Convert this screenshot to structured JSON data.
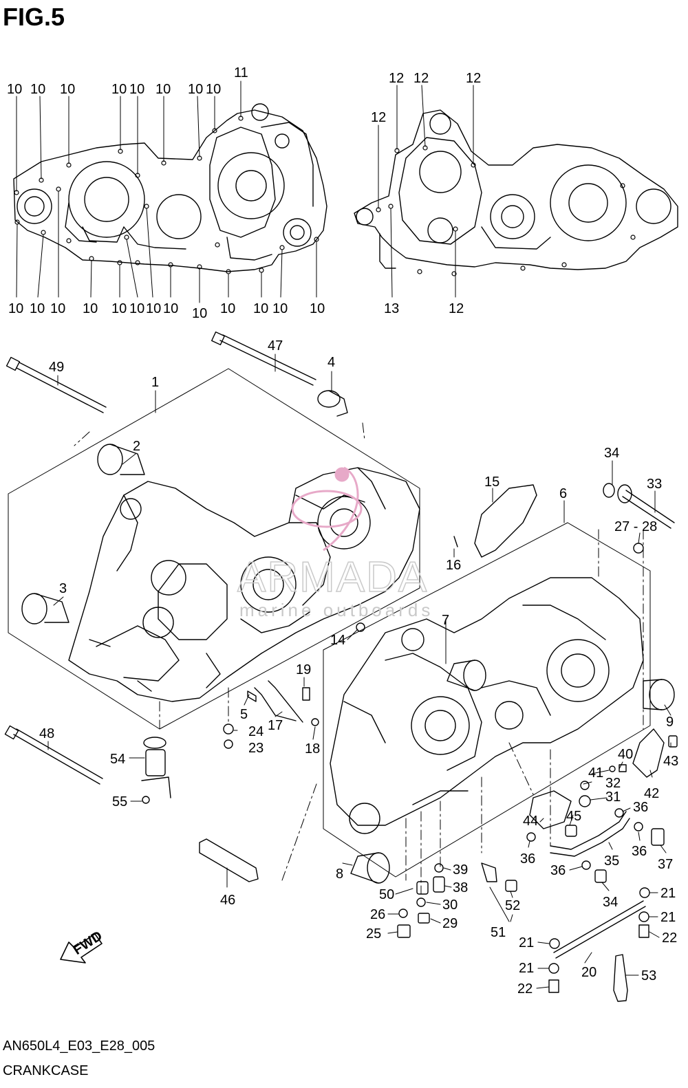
{
  "figure": {
    "title": "FIG.5",
    "code": "AN650L4_E03_E28_005",
    "name": "CRANKCASE",
    "fwd_label": "FWD"
  },
  "watermark": {
    "brand": "ARMADA",
    "tagline": "marine outboards"
  },
  "callouts": [
    "10",
    "10",
    "10",
    "10",
    "10",
    "10",
    "10",
    "10",
    "11",
    "10",
    "10",
    "10",
    "10",
    "10",
    "10",
    "10",
    "10",
    "10",
    "10",
    "10",
    "10",
    "10",
    "12",
    "12",
    "12",
    "12",
    "13",
    "12",
    "47",
    "4",
    "49",
    "1",
    "2",
    "3",
    "15",
    "6",
    "34",
    "33",
    "27 - 28",
    "16",
    "14",
    "7",
    "19",
    "5",
    "24",
    "23",
    "17",
    "18",
    "48",
    "54",
    "55",
    "9",
    "41",
    "40",
    "43",
    "32",
    "42",
    "31",
    "36",
    "45",
    "44",
    "36",
    "35",
    "36",
    "37",
    "39",
    "38",
    "30",
    "29",
    "50",
    "26",
    "25",
    "52",
    "51",
    "46",
    "8",
    "36",
    "34",
    "21",
    "21",
    "22",
    "21",
    "20",
    "21",
    "22",
    "53"
  ]
}
